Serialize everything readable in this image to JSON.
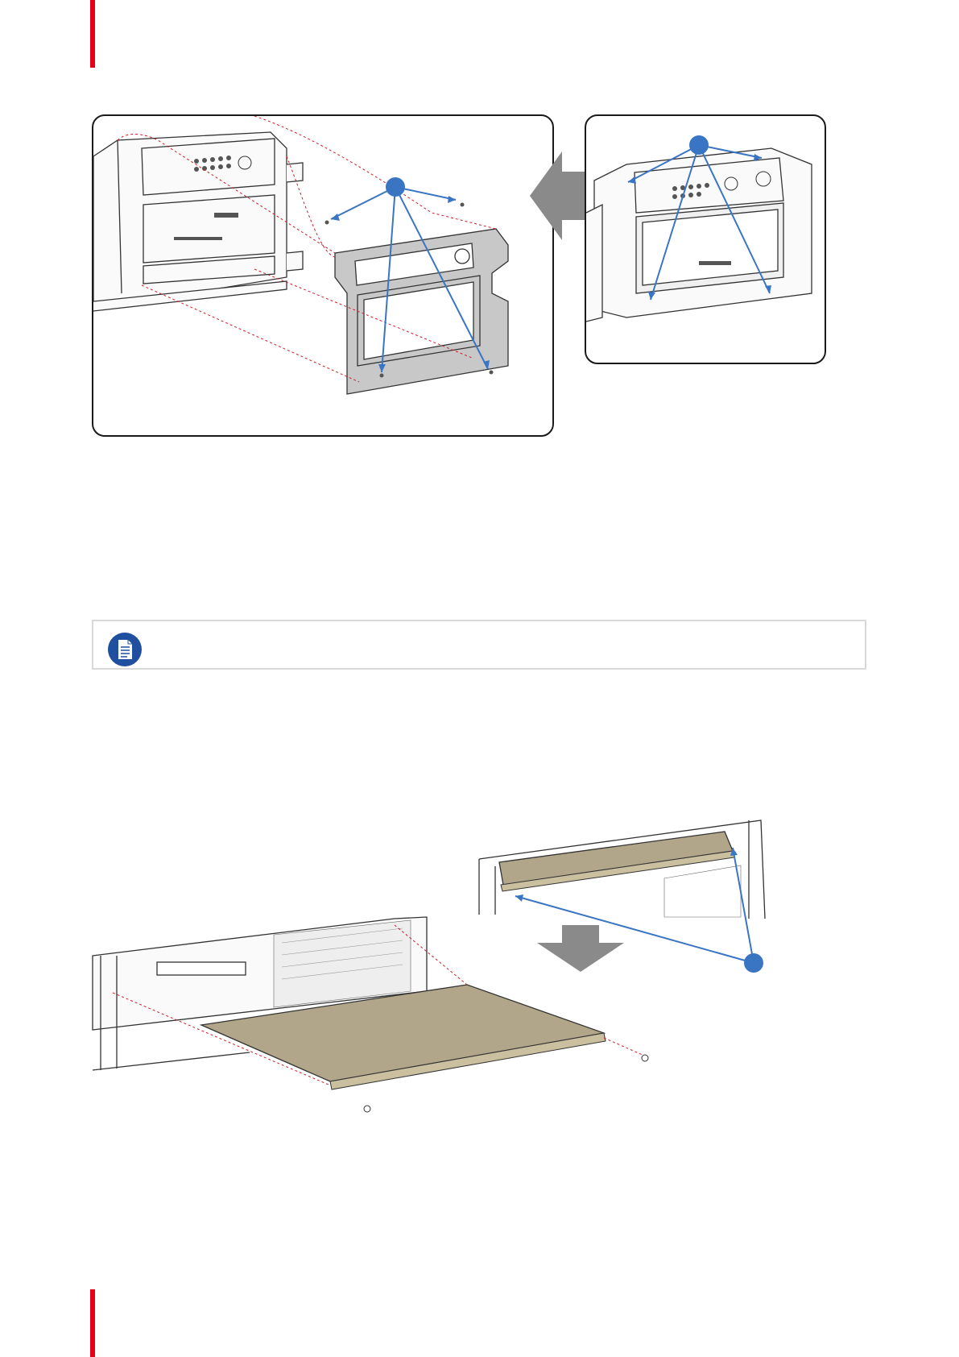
{
  "colors": {
    "brand": "#e2001a",
    "callout": "#3a75c4",
    "panel_tan": "#b2a68a",
    "guide_line": "#d01d2a",
    "arrow_gray": "#8a8a8a",
    "note_icon": "#1f4f9e"
  },
  "icons": {
    "note": "document-note-icon",
    "direction_arrow_left": "arrow-left-icon",
    "direction_arrow_down": "arrow-down-icon"
  },
  "figures": [
    {
      "name": "remove-front-cover-panel",
      "callouts": 1
    },
    {
      "name": "remove-bottom-tray-plate",
      "callouts": 1
    }
  ]
}
